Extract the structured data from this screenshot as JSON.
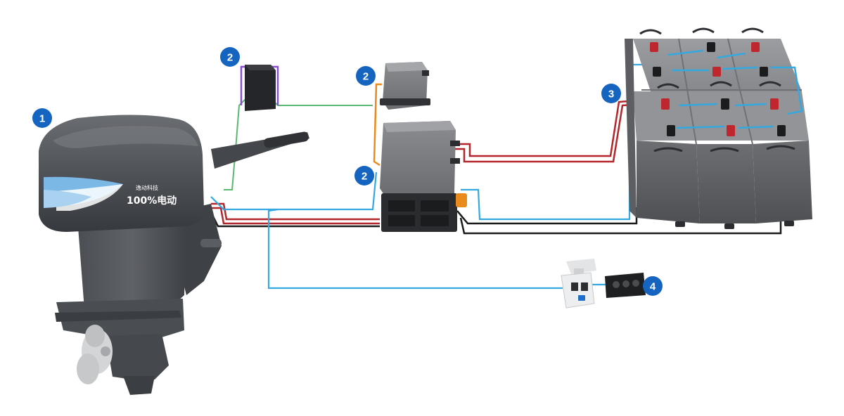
{
  "outboard": {
    "brand_text": "逸动科技",
    "label_text": "100%电动"
  },
  "badges": {
    "motor": "1",
    "controller_small": "2",
    "converter": "2",
    "controller_main": "2",
    "battery_pack": "3",
    "throttle_display": "4"
  },
  "colors": {
    "badge_blue": "#1565c0",
    "cable_red": "#b3262b",
    "cable_black": "#1a1a1a",
    "cable_blue": "#33a9e0",
    "cable_green": "#5bb870",
    "cable_orange": "#e88a1c",
    "cable_purple": "#8a4fd1",
    "motor_gray": "#55585c",
    "accent_light_blue": "#7bb8e6"
  }
}
